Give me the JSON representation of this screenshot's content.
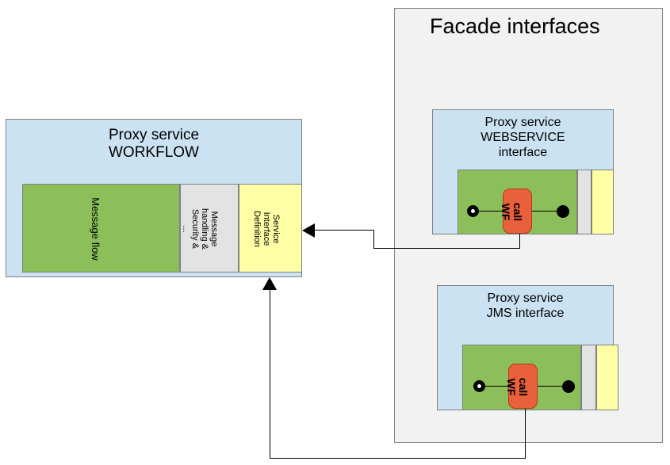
{
  "diagram": {
    "type": "architecture-diagram",
    "background": "#ffffff",
    "colors": {
      "blue": "#cbe2f2",
      "green": "#8cbf5a",
      "gray": "#e3e3e3",
      "yellow": "#ffffa5",
      "panel": "#f2f2f2",
      "task_orange": "#e8603c",
      "stroke": "#808080",
      "connector": "#000000"
    }
  },
  "facade": {
    "title": "Facade interfaces"
  },
  "workflow_service": {
    "title": "Proxy service\nWORKFLOW",
    "layers": [
      {
        "key": "message-flow",
        "label": "Message flow",
        "color": "green"
      },
      {
        "key": "message-handling",
        "label": "Message\nhandling &\nSecurity &\n...",
        "color": "gray"
      },
      {
        "key": "service-interface-definition",
        "label": "Service\nInterface\nDefinition",
        "color": "yellow"
      }
    ]
  },
  "webservice_proxy": {
    "title": "Proxy service\nWEBSERVICE\ninterface",
    "task_label": "call\nWF",
    "start_event": "start-event",
    "end_event": "end-event"
  },
  "jms_proxy": {
    "title": "Proxy service\nJMS interface",
    "task_label": "call\nWF",
    "start_event": "start-event",
    "end_event": "end-event"
  },
  "connectors": [
    {
      "key": "webservice-to-workflow",
      "from": "webservice_proxy.call_wf",
      "to": "workflow_service.service_interface_definition",
      "direction": "left"
    },
    {
      "key": "jms-to-workflow",
      "from": "jms_proxy.call_wf",
      "to": "workflow_service.service_interface_definition",
      "direction": "up"
    }
  ]
}
